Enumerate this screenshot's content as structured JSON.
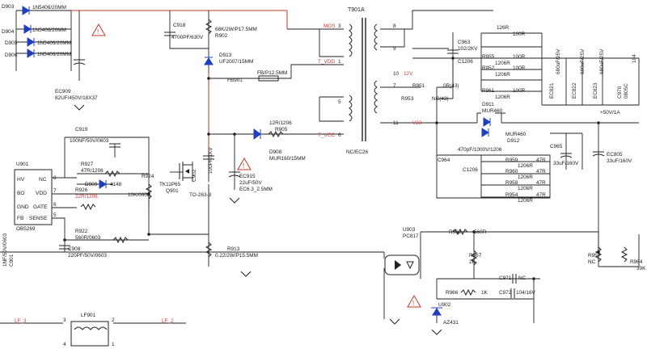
{
  "colors": {
    "wire_red": "#c0392b",
    "wire_black": "#222222",
    "diode_blue": "#1f3fbf",
    "label_red": "#d23a3a"
  },
  "bridge": {
    "d903": "D903",
    "d903_part": "1N5406/20MM",
    "d904": "D904",
    "d904_part": "1N5406/20MM",
    "d905": "D905",
    "d905_part": "1N5406/20MM",
    "d906": "D906",
    "d906_part": "1N5406/20MM",
    "ec909": "EC909",
    "ec909_val": "82UF/450V/18X37"
  },
  "snubber": {
    "c918": "C918",
    "c918_val": "4700PF/630V",
    "r902_val": "68K/2W/P17.5MM",
    "r902": "R902",
    "d913": "D913",
    "d913_part": "UF2007/15MM"
  },
  "transformer": {
    "name": "T901A",
    "mos": "MOS",
    "t_vdd": "T_VDD",
    "t_vcc": "T_VCC",
    "nc_ec26": "NC/EC26",
    "pin3": "3",
    "pin1": "1",
    "pin5": "5",
    "pin6": "6",
    "pin8": "8",
    "pin9": "9",
    "pin10": "10",
    "pin7": "7",
    "pin11": "11",
    "v12": "12V",
    "v33": "V33",
    "fb901": "FB901",
    "fb_val": "FB/P12.5MM"
  },
  "aux": {
    "r905": "R905",
    "r905_val": "12R/1206",
    "d908": "D908",
    "d908_part": "MUR160/15MM",
    "ec915": "EC915",
    "ec915_val": "22uF/50V",
    "ec915_pkg": "EC6.3_2.5MM",
    "c902_val": "100PF/1KV",
    "c902": "C902"
  },
  "controller": {
    "u901": "U901",
    "ic_part": "OB5269",
    "hv": "HV",
    "nc": "NC",
    "bo": "BO",
    "vdd": "VDD",
    "gnd": "GND",
    "gate": "GATE",
    "fb": "FB",
    "sense": "SENSE",
    "p8": "8",
    "p7": "7",
    "p6": "6",
    "p5": "5",
    "c919": "C919",
    "c919_val": "100NF/50V/0603",
    "r927": "R927",
    "r927_val": "47R/1206",
    "d909": "D909",
    "d909_part": "4148",
    "r924": "R924",
    "r924_val": "10K/0603",
    "r926": "R926",
    "r926_val": "22R/1206",
    "q901_part": "TK11P65",
    "q901": "Q901",
    "q_pkg": "TO-263-3",
    "r922": "R922",
    "r922_val": "560R/0603",
    "c908": "C908",
    "c908_val": "220PF/50V/0603",
    "r913": "R913",
    "r913_val": "0.22/2W/P15.5MM",
    "c901_val": "1NF/50V/0603",
    "c901": "C901"
  },
  "secondary": {
    "c963": "C963",
    "c963_val": "102/2KV",
    "c1206a": "C1206",
    "r951": "R951",
    "r951_val": "0R(43)",
    "r953": "R953",
    "r953_val": "NC(43)",
    "d911": "D911",
    "d911_part": "MUR460",
    "d912_part": "MUR460",
    "d912": "D912",
    "c964_val": "470pF/1000V/1206",
    "c964": "C964",
    "c1206b": "C1206",
    "c965": "C965",
    "c965_val": "33uF/160V",
    "ec805": "EC805",
    "ec805_val": "33uF/160V",
    "v50": "+50V/1A",
    "r959": "R959",
    "r960": "R960",
    "r958": "R958",
    "r954": "R954",
    "r47": "47R",
    "r1206": "1206R",
    "r955": "R955",
    "r952": "R952",
    "r961": "R961",
    "r100": "100R",
    "r_top": "126R",
    "ec821": "EC821",
    "ec822": "EC822",
    "ec823": "EC823",
    "c970": "C970",
    "cap_val": "680uF/25V",
    "c104": "104",
    "c0805": "0805C"
  },
  "feedback": {
    "u903": "U903",
    "pc817": "PC817",
    "r962": "R962",
    "r962_val": "560R",
    "r967": "R967",
    "r967_val": "2K",
    "c971": "C971",
    "c971_val": "NC",
    "r966": "R966",
    "r966_val": "1K",
    "c972": "C972",
    "c972_val": "104/16V",
    "u902": "U902",
    "az431": "AZ431",
    "r957": "R957",
    "r957_val": "NC",
    "r964": "R964",
    "r964_val": "39K"
  },
  "filter": {
    "lf901": "LF901",
    "lf3": "LF_3",
    "lf2": "LF_2",
    "p3": "3",
    "p2": "2",
    "p4": "4",
    "p1": "1"
  }
}
